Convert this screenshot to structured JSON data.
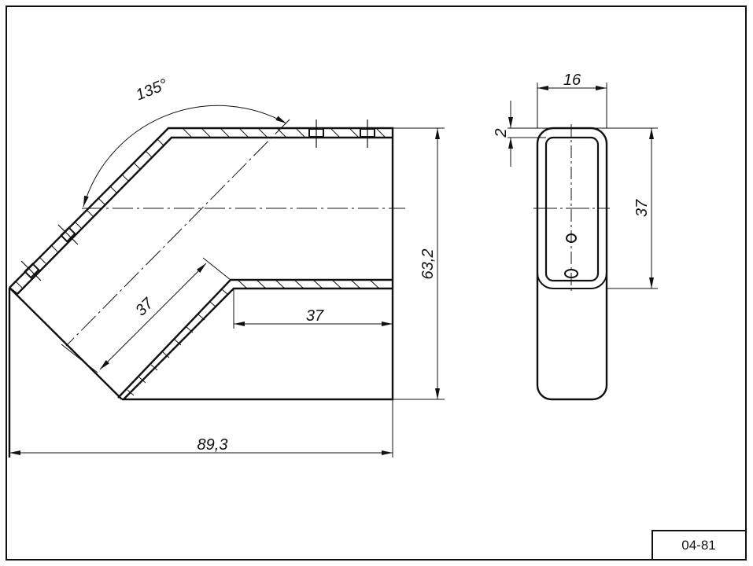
{
  "drawing": {
    "code": "04-81",
    "dimensions": {
      "angle": "135°",
      "diagonal_length": "37",
      "straight_length": "37",
      "height": "63,2",
      "width": "89,3",
      "profile_width": "16",
      "wall_thickness": "2",
      "profile_height": "37"
    }
  }
}
